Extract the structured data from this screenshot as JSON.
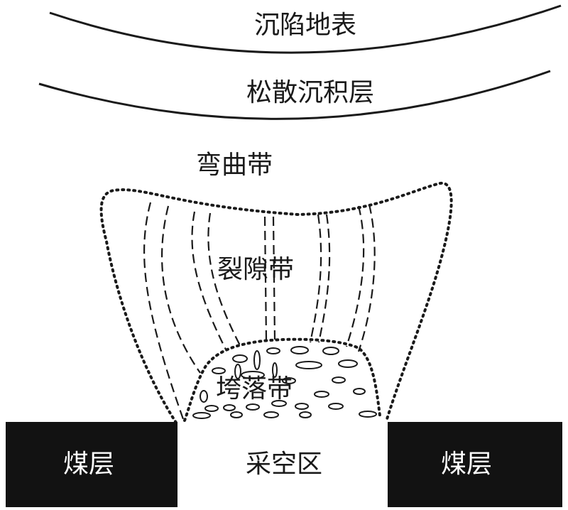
{
  "labels": {
    "subsidence_surface": "沉陷地表",
    "loose_sediment_layer": "松散沉积层",
    "bending_zone": "弯曲带",
    "fracture_zone": "裂隙带",
    "caving_zone": "垮落带",
    "coal_seam_left": "煤层",
    "goaf": "采空区",
    "coal_seam_right": "煤层"
  },
  "colors": {
    "line": "#1a1a1a",
    "coal": "#121212",
    "goaf_fill": "#ffffff",
    "coal_text": "#ffffff"
  }
}
